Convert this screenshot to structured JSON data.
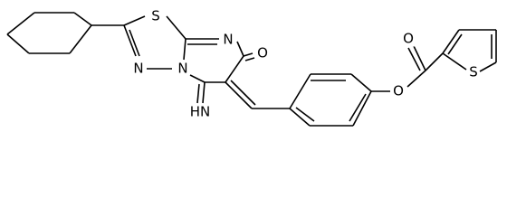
{
  "molecule": {
    "bond_color": "#000000",
    "label_color": "#000000",
    "background": "#ffffff",
    "atom_labels": {
      "thiadiazole_s": "S",
      "thiadiazole_n_left": "N",
      "ring_fusion_n": "N",
      "pyrimidine_n": "N",
      "keto_o": "O",
      "imine": "HN",
      "ester_o": "O",
      "carbonyl_o": "O",
      "thiophene_s": "S"
    }
  }
}
